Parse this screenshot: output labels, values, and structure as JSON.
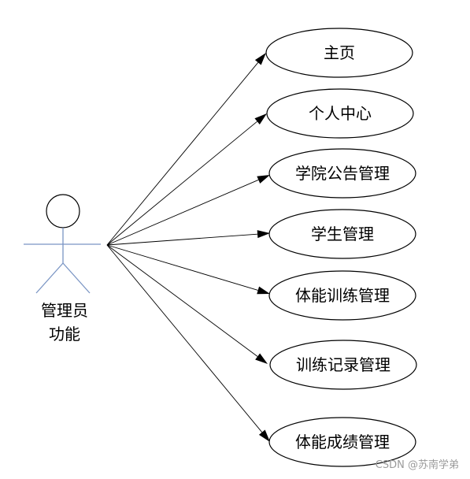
{
  "actor": {
    "label_line1": "管理员",
    "label_line2": "功能"
  },
  "use_cases": [
    {
      "id": "home",
      "label": "主页"
    },
    {
      "id": "personal-center",
      "label": "个人中心"
    },
    {
      "id": "college-notice",
      "label": "学院公告管理"
    },
    {
      "id": "student",
      "label": "学生管理"
    },
    {
      "id": "fitness-training",
      "label": "体能训练管理"
    },
    {
      "id": "training-record",
      "label": "训练记录管理"
    },
    {
      "id": "fitness-score",
      "label": "体能成绩管理"
    }
  ],
  "watermark": "CSDN @苏南学弟"
}
